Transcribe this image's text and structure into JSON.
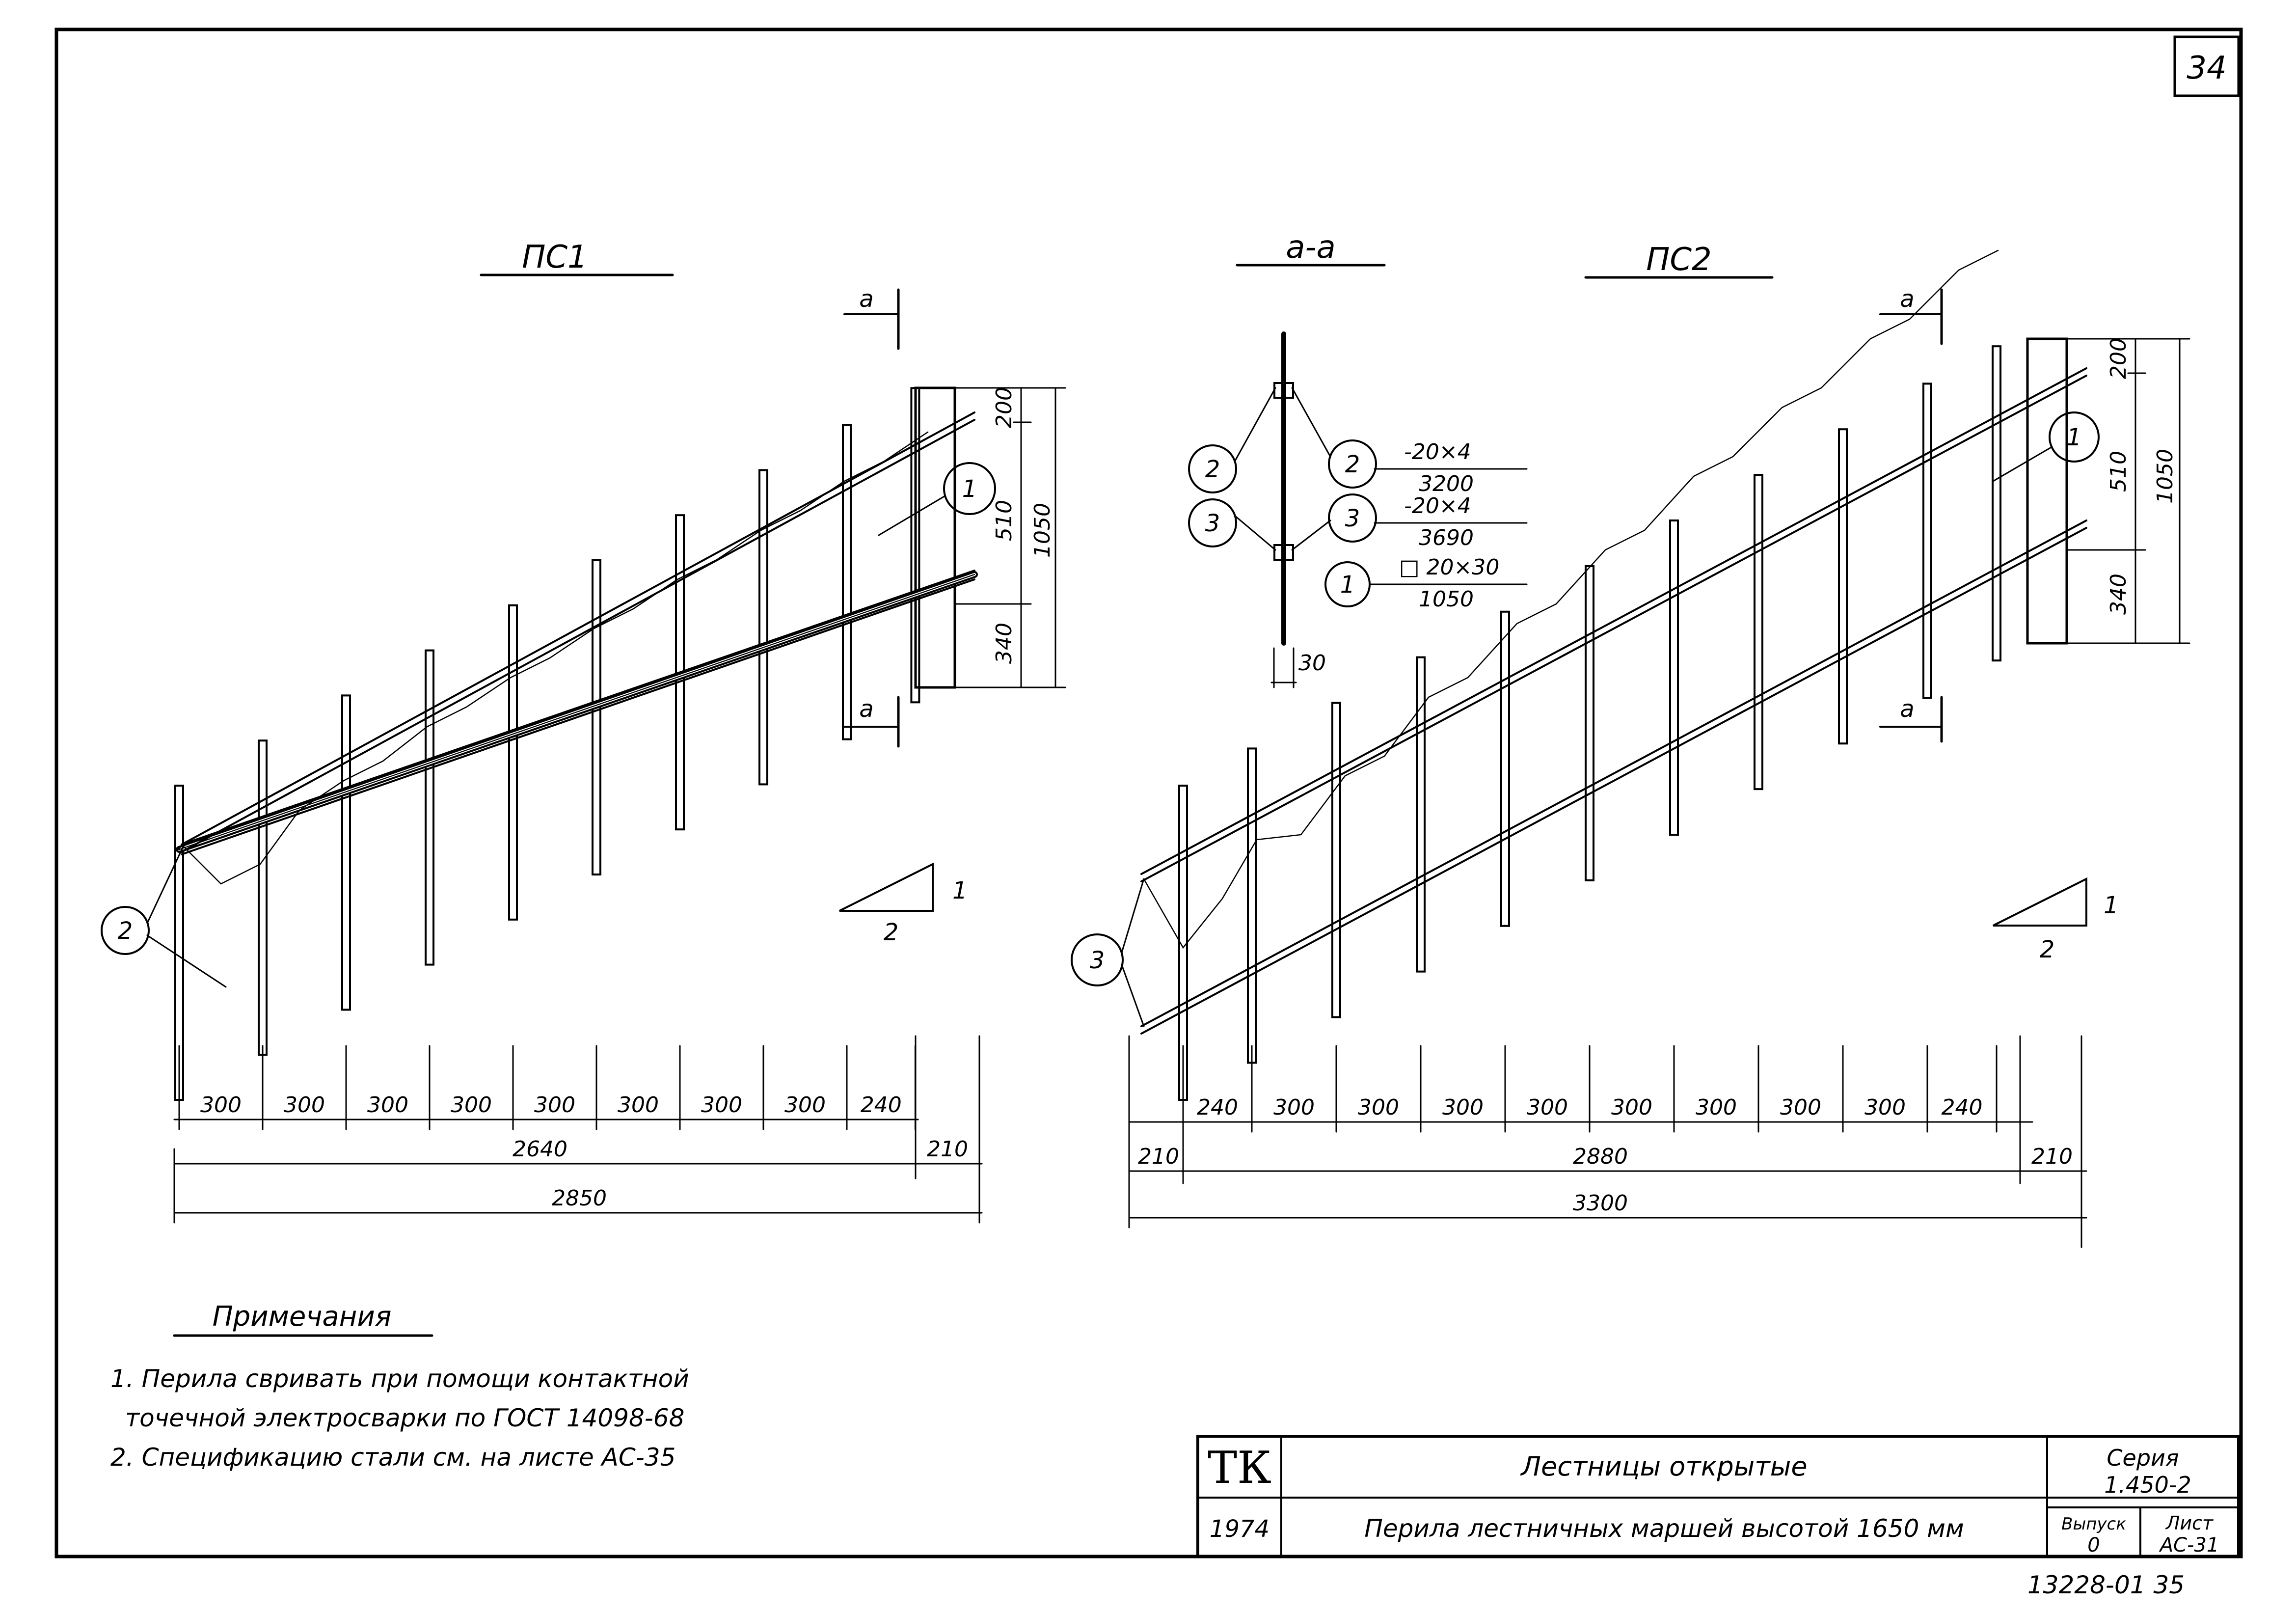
{
  "sheet": {
    "page_number": "34"
  },
  "ps1": {
    "title": "ПС1",
    "section_mark": "а",
    "callout": "2",
    "part_callout": "1",
    "rise": "1",
    "run": "2",
    "spacings": [
      "300",
      "300",
      "300",
      "300",
      "300",
      "300",
      "300",
      "300",
      "240"
    ],
    "dim_span": "2640",
    "dim_end": "210",
    "dim_total": "2850",
    "height_top": "200",
    "height_mid": "510",
    "height_bottom": "340",
    "height_total": "1050"
  },
  "section": {
    "title": "а-а",
    "left_callout_top": "2",
    "left_callout_bottom": "3",
    "items": [
      {
        "mark": "2",
        "profile": "-20×4",
        "length": "3200"
      },
      {
        "mark": "3",
        "profile": "-20×4",
        "length": "3690"
      },
      {
        "mark": "1",
        "profile": "□ 20×30",
        "length": "1050"
      }
    ],
    "width_dim": "30"
  },
  "ps2": {
    "title": "ПС2",
    "section_mark": "а",
    "callout": "3",
    "part_callout": "1",
    "rise": "1",
    "run": "2",
    "spacings": [
      "240",
      "300",
      "300",
      "300",
      "300",
      "300",
      "300",
      "300",
      "300",
      "240"
    ],
    "dim_start": "210",
    "dim_span": "2880",
    "dim_end": "210",
    "dim_total": "3300",
    "height_top": "200",
    "height_mid": "510",
    "height_bottom": "340",
    "height_total": "1050"
  },
  "notes": {
    "heading": "Примечания",
    "lines": [
      "1. Перила свривать при помощи контактной",
      "точечной электросварки по ГОСТ 14098-68",
      "2. Спецификацию стали см. на листе АС-35"
    ]
  },
  "title_block": {
    "logo": "ТК",
    "year": "1974",
    "name": "Лестницы открытые",
    "description": "Перила лестничных маршей высотой 1650 мм",
    "series_label": "Серия",
    "series": "1.450-2",
    "issue_label": "Выпуск",
    "issue": "0",
    "sheet_label": "Лист",
    "sheet": "АС-31"
  },
  "inventory_number": "13228-01 35"
}
